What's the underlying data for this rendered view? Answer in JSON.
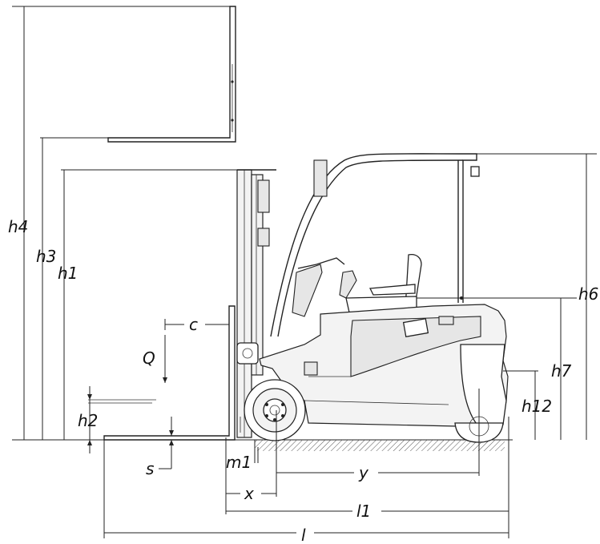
{
  "labels": {
    "h4": "h4",
    "h3": "h3",
    "h1": "h1",
    "c": "c",
    "Q": "Q",
    "h2": "h2",
    "s": "s",
    "m1": "m1",
    "x": "x",
    "y": "y",
    "l1": "l1",
    "l": "l",
    "h6": "h6",
    "h7": "h7",
    "h12": "h12"
  }
}
